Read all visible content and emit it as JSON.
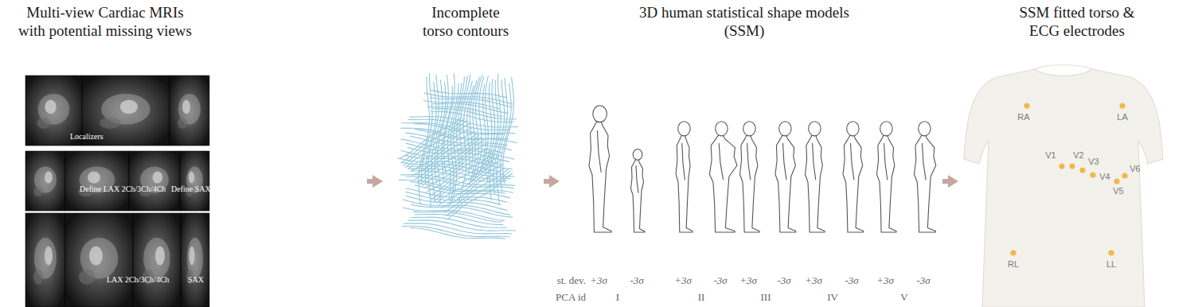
{
  "diagram": {
    "nodes": [
      {
        "text": [
          "Multi-view Cardiac MRIs with potential missing views"
        ]
      },
      {
        "text": [
          "Incomplete torso contours"
        ]
      },
      {
        "text": [
          "3D human statistical shape models (SSM)"
        ]
      },
      {
        "text": [
          "SSM fitted torso & ECG electrodes"
        ]
      }
    ],
    "edges": [
      {
        "from": 0,
        "to": 1,
        "arrow": "to"
      },
      {
        "from": 1,
        "to": 2,
        "arrow": "to"
      },
      {
        "from": 2,
        "to": 3,
        "arrow": "to"
      }
    ],
    "labels": [
      "Localizers",
      "Define LAX 2Ch/3Ch/4Ch",
      "Define SAX",
      "LAX 2Ch/3Ch/4Ch",
      "SAX",
      "st. dev.",
      "+3σ",
      "-3σ",
      "+3σ",
      "-3σ",
      "+3σ",
      "-3σ",
      "+3σ",
      "-3σ",
      "+3σ",
      "-3σ",
      "PCA id",
      "I",
      "II",
      "III",
      "IV",
      "V",
      "RA",
      "LA",
      "V1",
      "V2",
      "V3",
      "V4",
      "V5",
      "V6",
      "RL",
      "LL"
    ]
  }
}
